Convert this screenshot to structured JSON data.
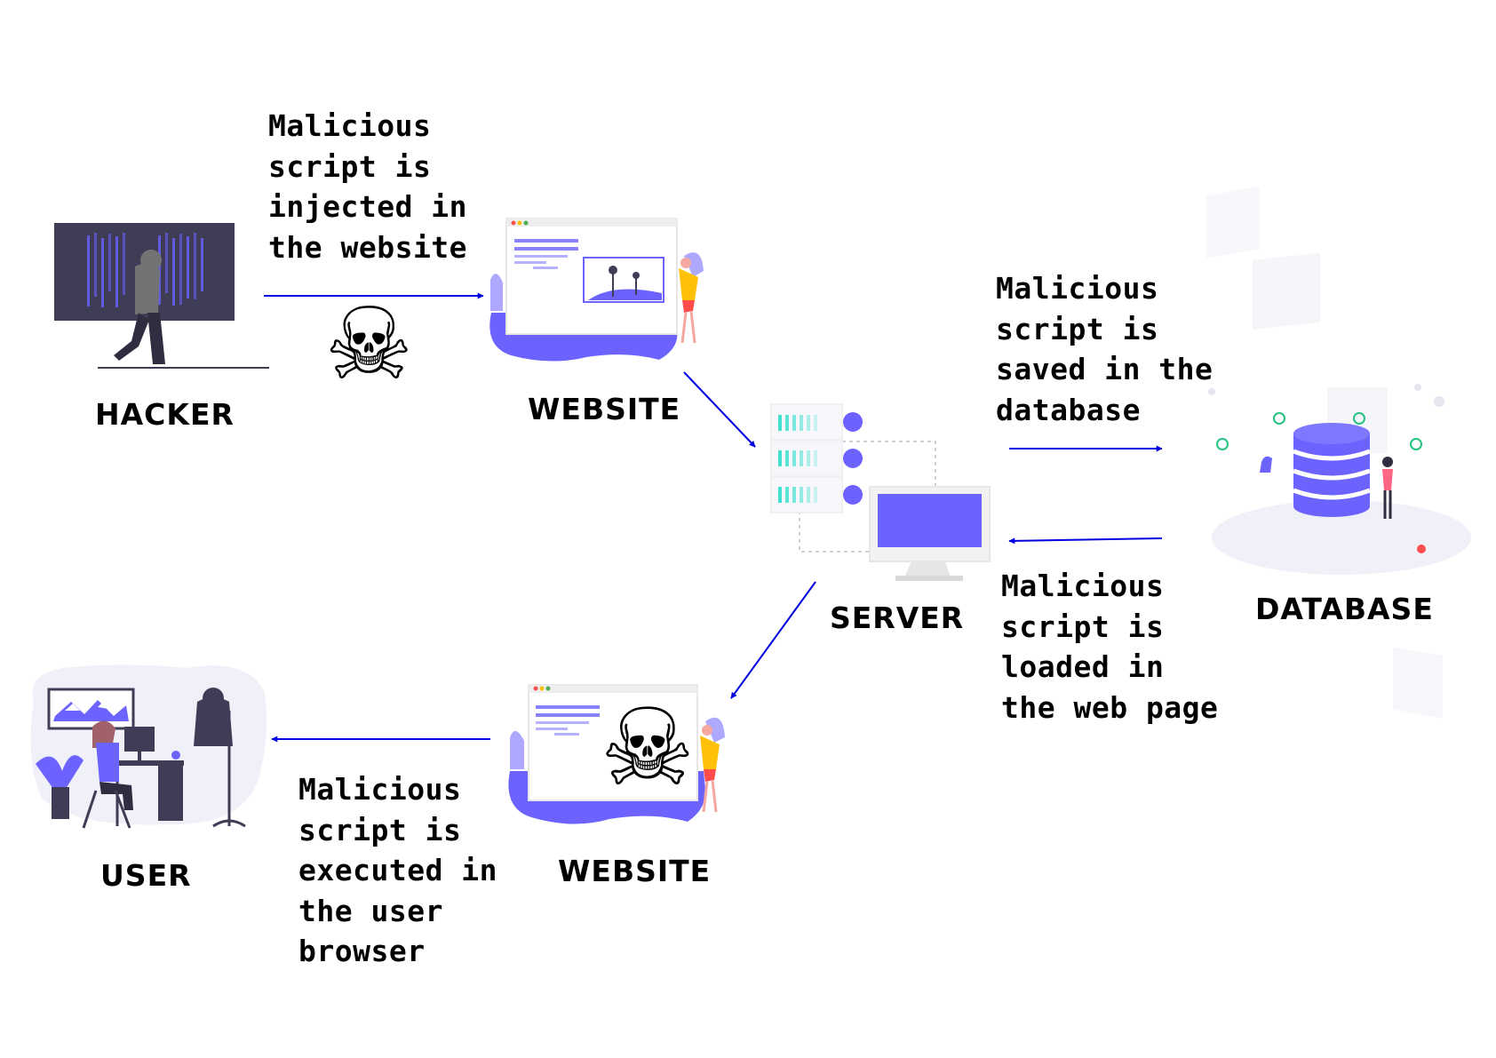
{
  "nodes": {
    "hacker": "HACKER",
    "website_top": "WEBSITE",
    "server": "SERVER",
    "database": "DATABASE",
    "website_bottom": "WEBSITE",
    "user": "USER"
  },
  "steps": {
    "injected": "Malicious\nscript is\ninjected in\nthe website",
    "saved": "Malicious\nscript is\nsaved in the\ndatabase",
    "loaded": "Malicious\nscript is\nloaded in\nthe web page",
    "executed": "Malicious\nscript is\nexecuted in\nthe user\nbrowser"
  },
  "icons": {
    "skull": "☠"
  },
  "colors": {
    "arrow": "#0000e0",
    "accent": "#6c63ff",
    "dark": "#3f3d56"
  }
}
